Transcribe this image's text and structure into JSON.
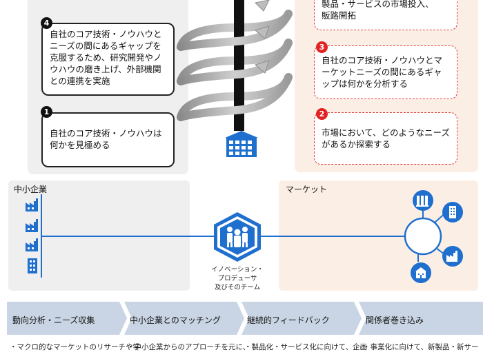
{
  "left_steps": [
    {
      "number": "4",
      "text": "自社のコア技術・ノウハウとニーズの間にあるギャップを克服するため、研究開発やノウハウの磨き上げ、外部機関との連携を実施"
    },
    {
      "number": "1",
      "text": "自社のコア技術・ノウハウは何かを見極める"
    }
  ],
  "right_steps": [
    {
      "number": "",
      "text_line1": "製品・サービスの市場投入、",
      "text_line2": "販路開拓"
    },
    {
      "number": "3",
      "text": "自社のコア技術・ノウハウとマーケットニーズの間にあるギャップは何かを分析する"
    },
    {
      "number": "2",
      "text": "市場において、どのようなニーズがあるか探索する"
    }
  ],
  "sections": {
    "left_label": "中小企業",
    "right_label": "マーケット"
  },
  "team_label": [
    "イノベーション・",
    "プロデューサ",
    "及びそのチーム"
  ],
  "phases": [
    {
      "label": "動向分析・ニーズ収集",
      "bullet": "・マクロ的なマーケットのリサーチや学"
    },
    {
      "label": "中小企業とのマッチング",
      "bullet": "・中小企業からのアプローチを元に、"
    },
    {
      "label": "継続的フィードバック",
      "bullet": "・製品化・サービス化に向けて、企画"
    },
    {
      "label": "関係者巻き込み",
      "bullet": "・事業化に向けて、新製品・新サー"
    }
  ],
  "colors": {
    "accent_blue": "#1f6fcf",
    "badge_red": "#e32222",
    "chevron_fill": "#c9d5e4",
    "left_panel": "#efefef",
    "right_panel": "#fbeee4"
  },
  "icons": {
    "factory": "factory-icon",
    "office": "office-building-icon",
    "team": "team-icon",
    "archive": "archive-icon",
    "hospital": "hospital-icon"
  }
}
